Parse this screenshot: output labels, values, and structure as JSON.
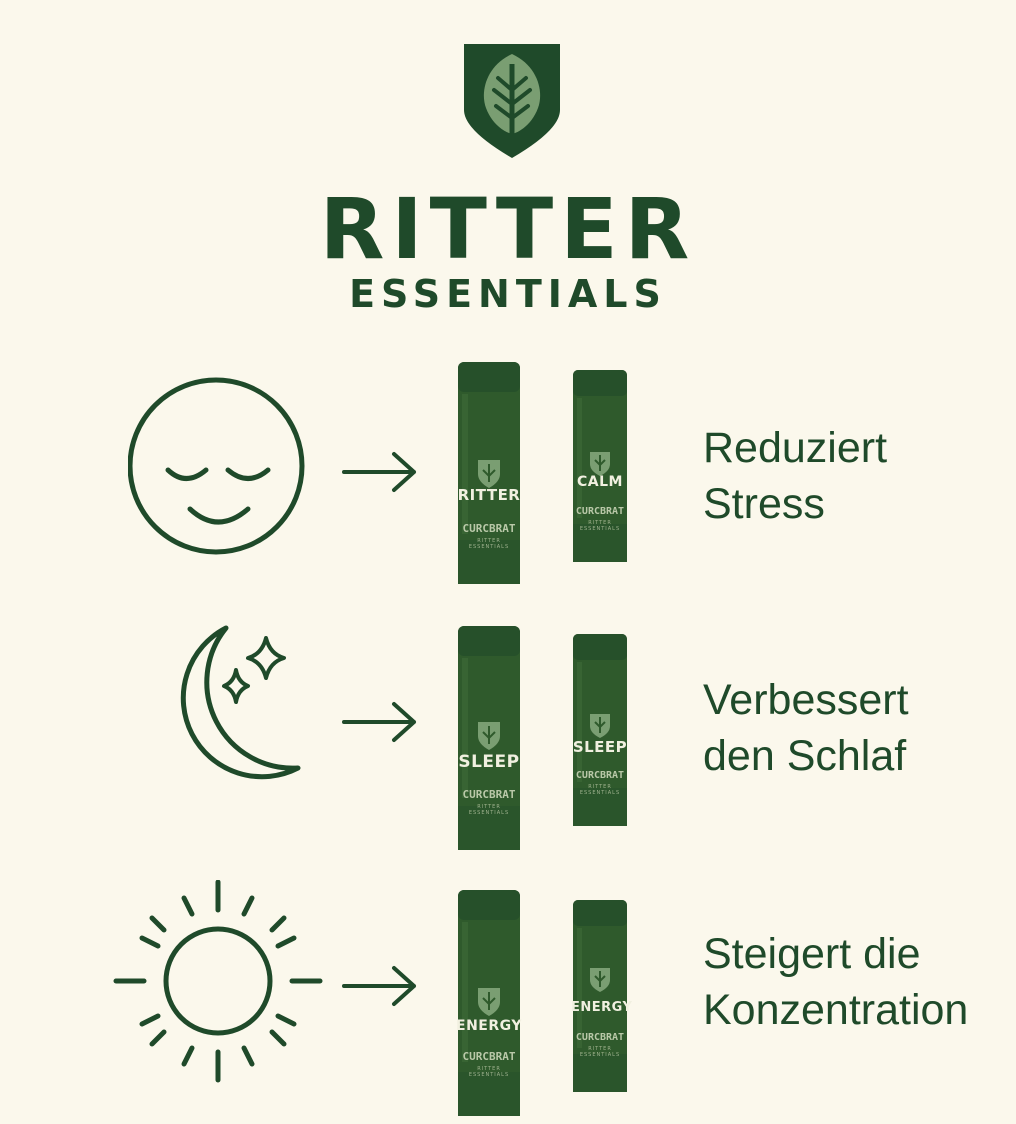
{
  "brand": {
    "name": "RITTER",
    "subtitle": "ESSENTIALS",
    "logo_icon": "leaf-shield-icon",
    "colors": {
      "primary": "#1f4a2a",
      "leaf": "#7a9e72",
      "background": "#fbf8ec",
      "bottle": "#2f5a2c"
    }
  },
  "rows": [
    {
      "icon": "smiling-face-icon",
      "bottle_large": {
        "label": "RITTER",
        "sub": "CURCBRAT",
        "fine": "RITTER ESSENTIALS"
      },
      "bottle_small": {
        "label": "CALM",
        "sub": "CURCBRAT",
        "fine": "RITTER ESSENTIALS"
      },
      "benefit_line1": "Reduziert",
      "benefit_line2": "Stress"
    },
    {
      "icon": "moon-stars-icon",
      "bottle_large": {
        "label": "SLEEP",
        "sub": "CURCBRAT",
        "fine": "RITTER ESSENTIALS"
      },
      "bottle_small": {
        "label": "SLEEP",
        "sub": "CURCBRAT",
        "fine": "RITTER ESSENTIALS"
      },
      "benefit_line1": "Verbessert",
      "benefit_line2": "den Schlaf"
    },
    {
      "icon": "sun-icon",
      "bottle_large": {
        "label": "ENERGY",
        "sub": "CURCBRAT",
        "fine": "RITTER ESSENTIALS"
      },
      "bottle_small": {
        "label": "ENERGY",
        "sub": "CURCBRAT",
        "fine": "RITTER ESSENTIALS"
      },
      "benefit_line1": "Steigert die",
      "benefit_line2": "Konzentration"
    }
  ]
}
